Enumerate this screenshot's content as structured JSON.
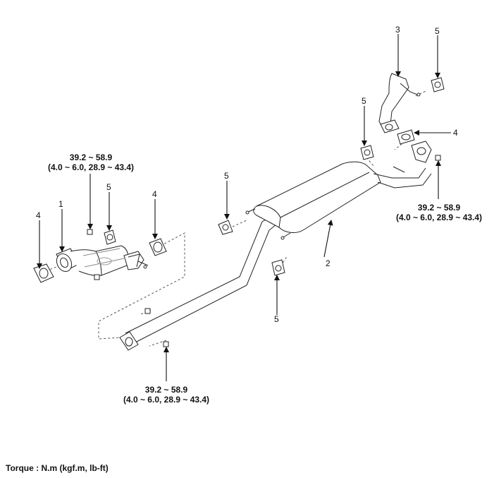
{
  "labels": {
    "part1": "1",
    "part2": "2",
    "part3": "3",
    "part4_left": "4",
    "part4_mid": "4",
    "part4_right": "4",
    "part5_a": "5",
    "part5_b": "5",
    "part5_c": "5",
    "part5_d": "5",
    "part5_e": "5"
  },
  "torque_specs": {
    "left": {
      "line1": "39.2 ~ 58.9",
      "line2": "(4.0 ~ 6.0, 28.9 ~ 43.4)"
    },
    "bottom": {
      "line1": "39.2 ~ 58.9",
      "line2": "(4.0 ~ 6.0, 28.9 ~ 43.4)"
    },
    "right": {
      "line1": "39.2 ~ 58.9",
      "line2": "(4.0 ~ 6.0, 28.9 ~ 43.4)"
    }
  },
  "footer": {
    "torque_unit": "Torque : N.m (kgf.m, lb-ft)"
  }
}
